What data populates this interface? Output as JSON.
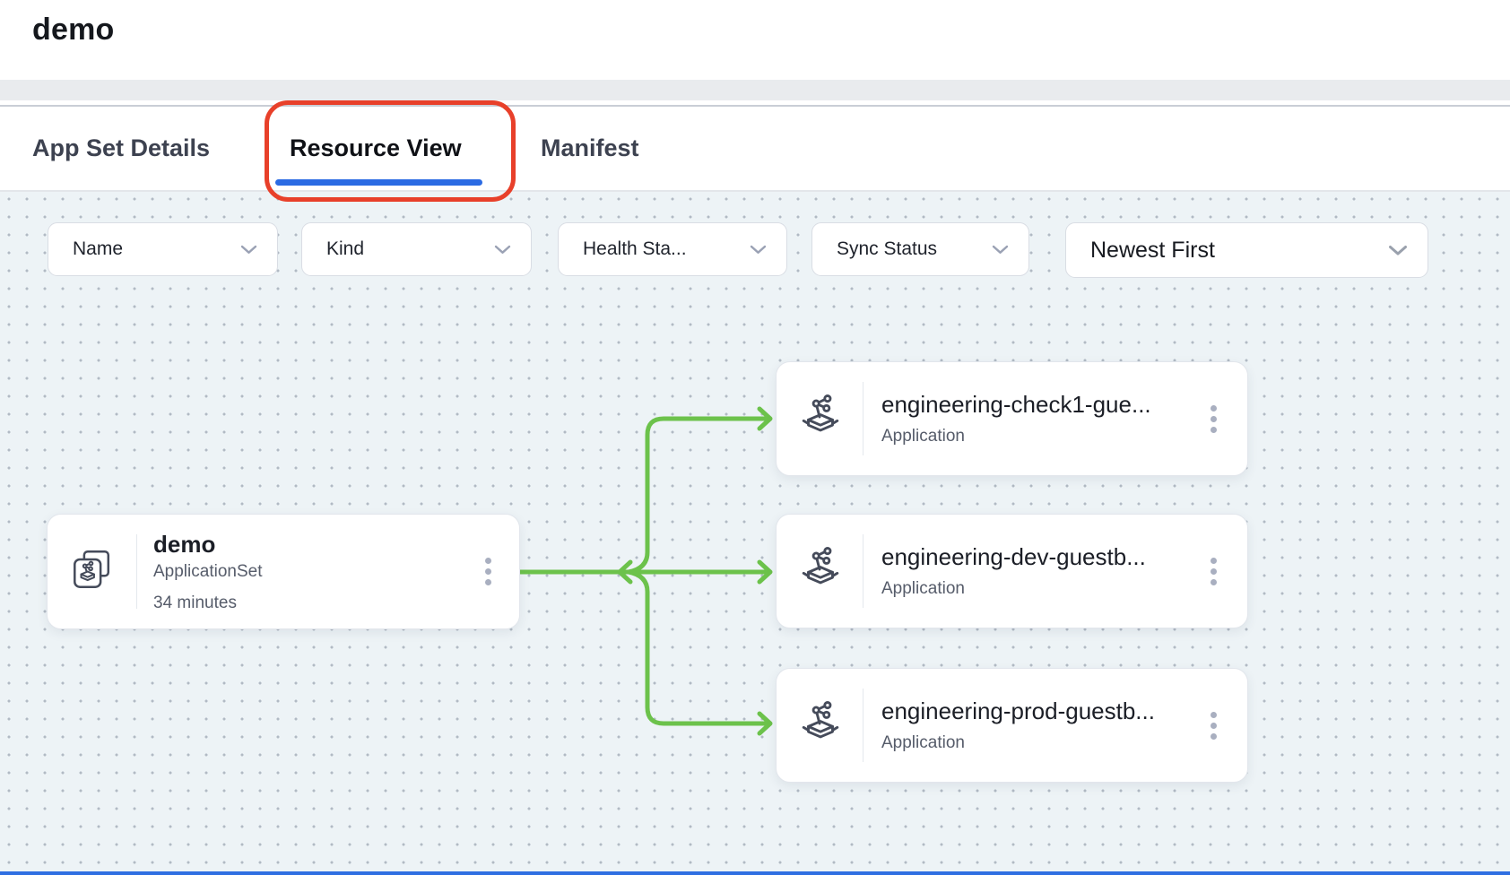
{
  "page_title": "demo",
  "tabs": {
    "app_set_details": "App Set Details",
    "resource_view": "Resource View",
    "manifest": "Manifest"
  },
  "filters": {
    "name": "Name",
    "kind": "Kind",
    "health_status": "Health Sta...",
    "sync_status": "Sync Status",
    "sort": "Newest First"
  },
  "graph": {
    "root": {
      "name": "demo",
      "kind": "ApplicationSet",
      "age": "34 minutes"
    },
    "children": [
      {
        "name": "engineering-check1-gue...",
        "kind": "Application"
      },
      {
        "name": "engineering-dev-guestb...",
        "kind": "Application"
      },
      {
        "name": "engineering-prod-guestb...",
        "kind": "Application"
      }
    ]
  },
  "icons": {
    "filter_chevron": "chevron-down",
    "node_menu": "kebab-vertical-dots",
    "root_node": "applicationset",
    "child_node": "application"
  },
  "colors": {
    "edge_green": "#6cc24b",
    "active_tab_underline": "#2b6be3",
    "annotation_red": "#e8402a",
    "canvas_background": "#edf3f6",
    "bottom_bar_blue": "#2f6fe2"
  }
}
